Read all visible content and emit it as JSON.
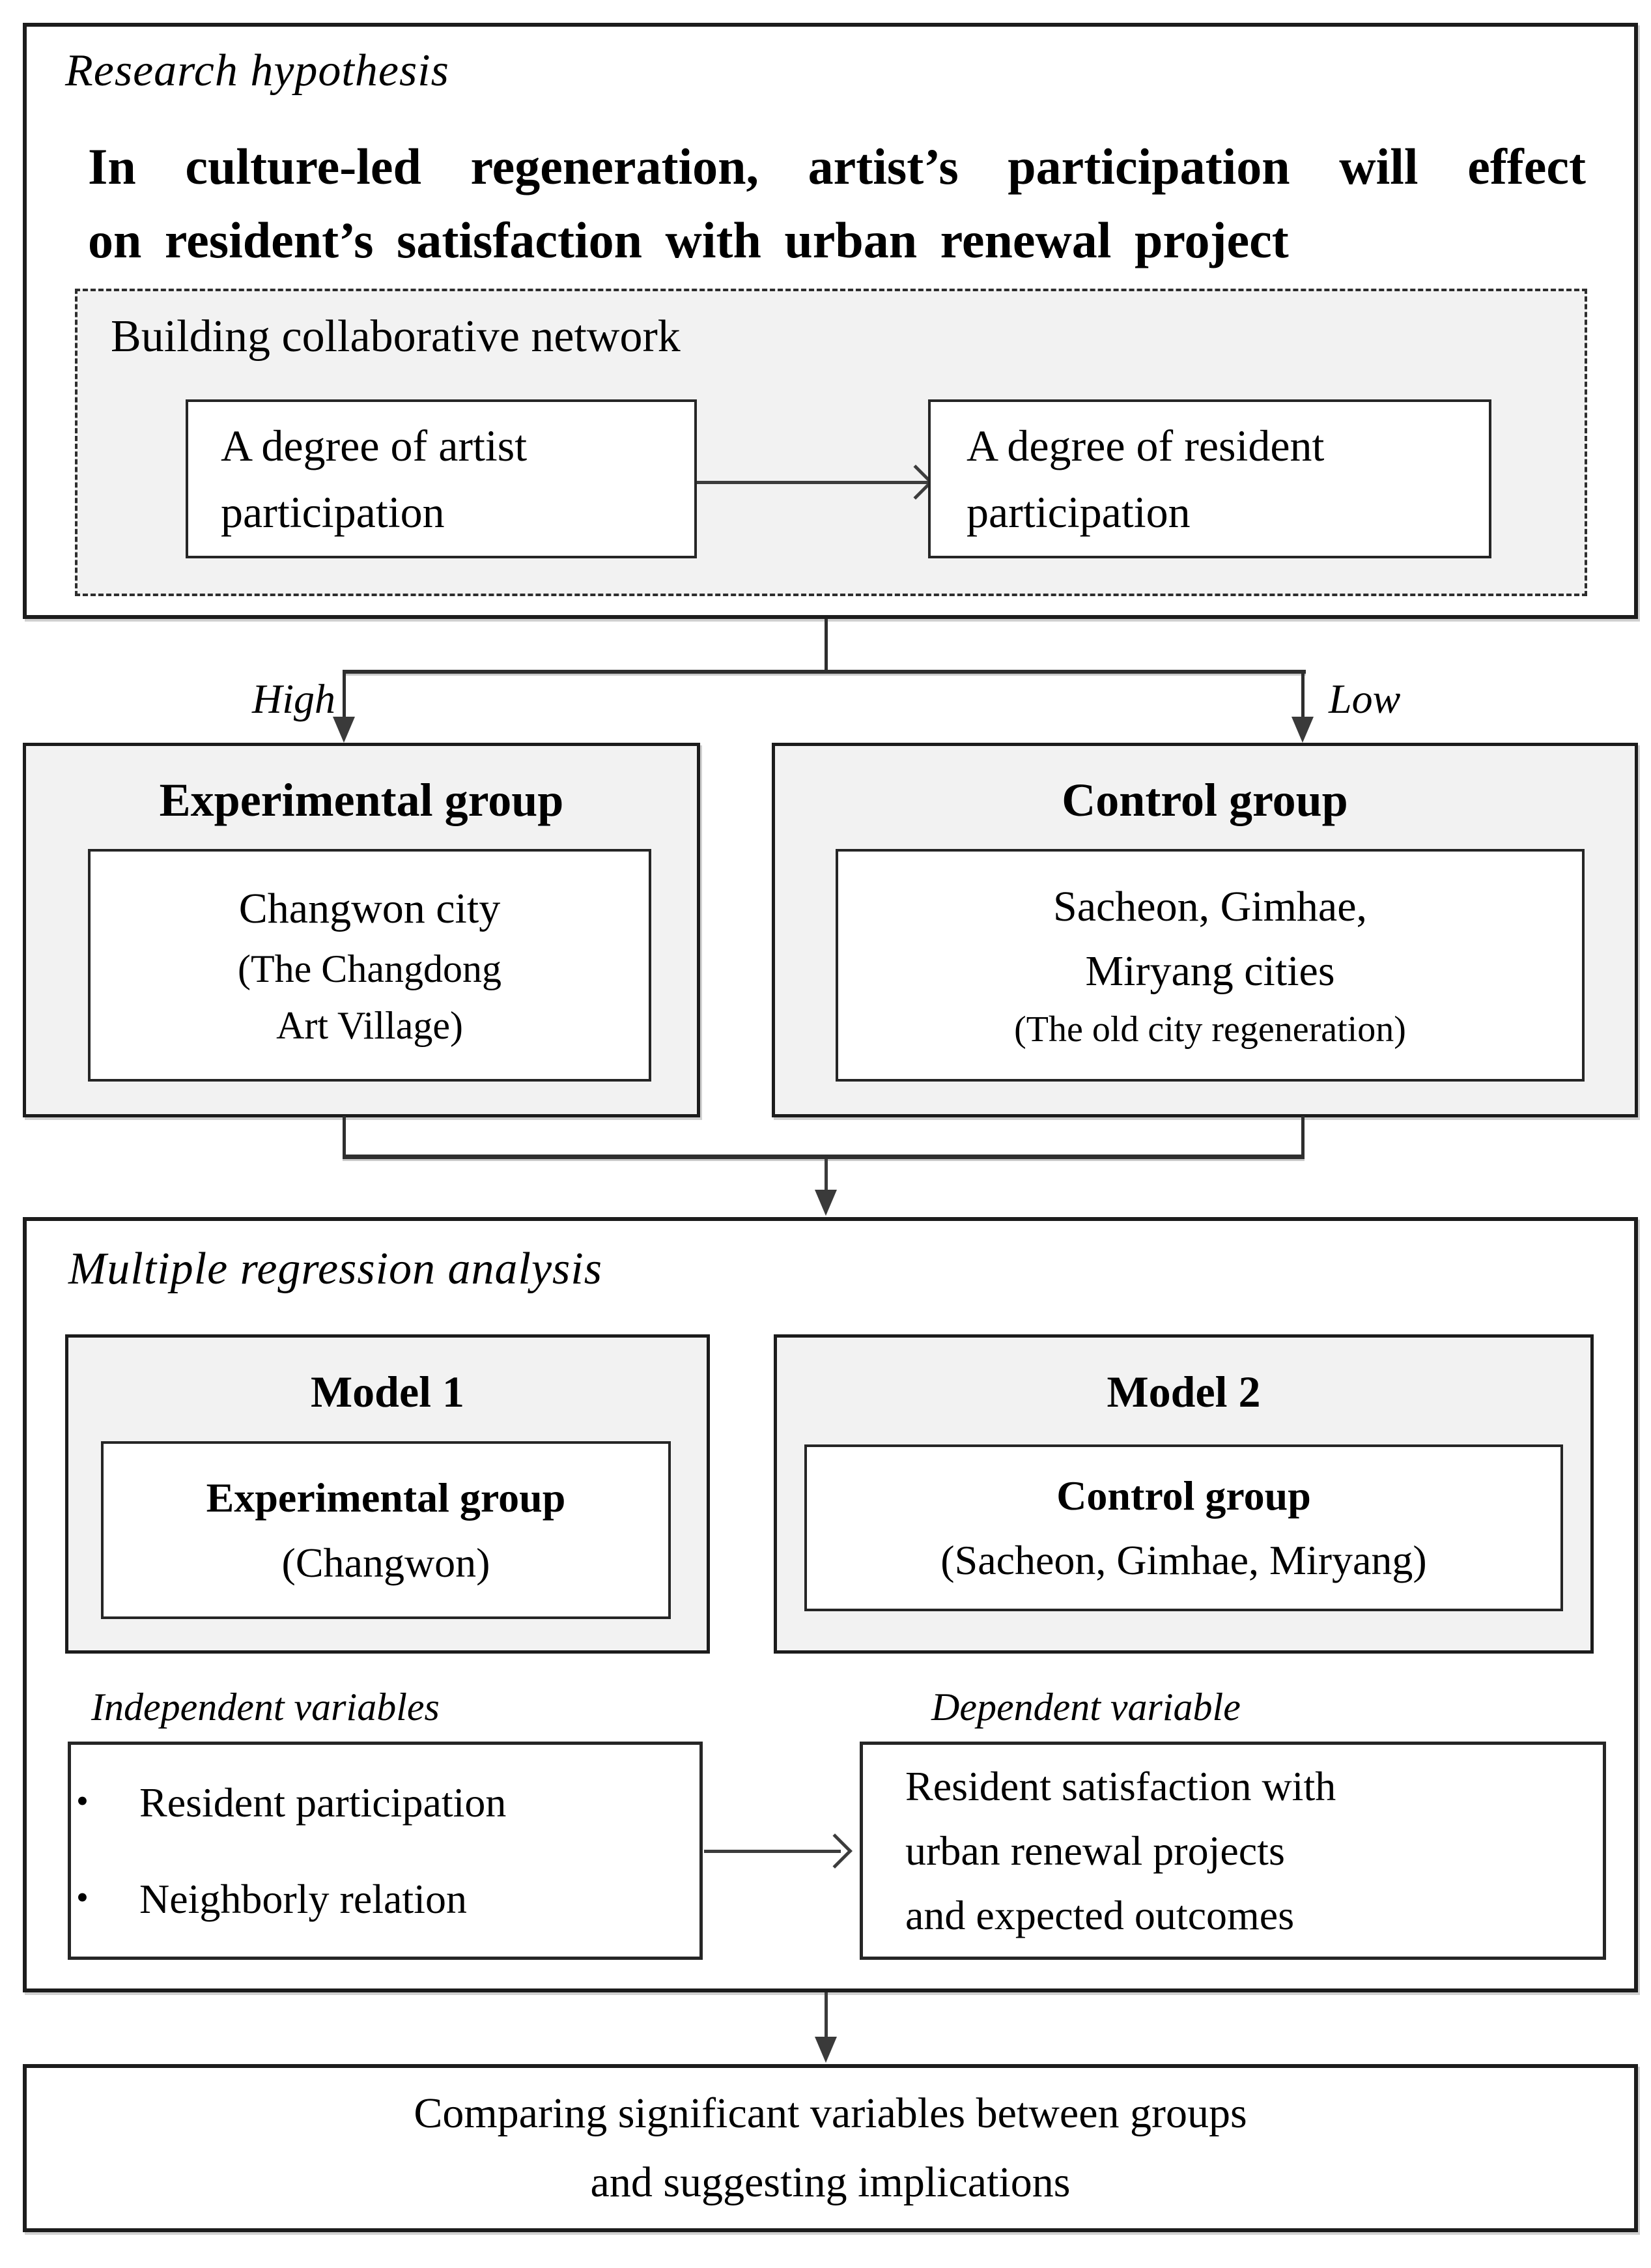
{
  "research": {
    "label": "Research hypothesis",
    "statement_lines": [
      "In culture-led regeneration, artist’s participation will effect",
      "on resident’s satisfaction with urban renewal project"
    ],
    "network": {
      "title": "Building collaborative network",
      "artist_box_text": "A degree of artist participation",
      "resident_box_text": "A degree of resident participation"
    }
  },
  "branch_labels": {
    "high": "High",
    "low": "Low"
  },
  "groups": {
    "experimental": {
      "title": "Experimental group",
      "main": "Changwon city",
      "detail_lines": [
        "(The Changdong",
        "Art Village)"
      ]
    },
    "control": {
      "title": "Control group",
      "main_lines": [
        "Sacheon, Gimhae,",
        "Miryang cities"
      ],
      "detail": "(The old city regeneration)"
    }
  },
  "regression": {
    "label": "Multiple regression analysis",
    "models": [
      {
        "title": "Model 1",
        "group": "Experimental group",
        "detail": "(Changwon)"
      },
      {
        "title": "Model 2",
        "group": "Control group",
        "detail": "(Sacheon, Gimhae, Miryang)"
      }
    ],
    "independent": {
      "label": "Independent variables",
      "bullet_glyph": "•",
      "items": [
        "Resident participation",
        "Neighborly relation"
      ]
    },
    "dependent": {
      "label": "Dependent variable",
      "lines": [
        "Resident satisfaction with",
        "urban renewal projects",
        "and expected outcomes"
      ]
    }
  },
  "conclusion": {
    "lines": [
      "Comparing significant variables between groups",
      "and suggesting implications"
    ]
  }
}
